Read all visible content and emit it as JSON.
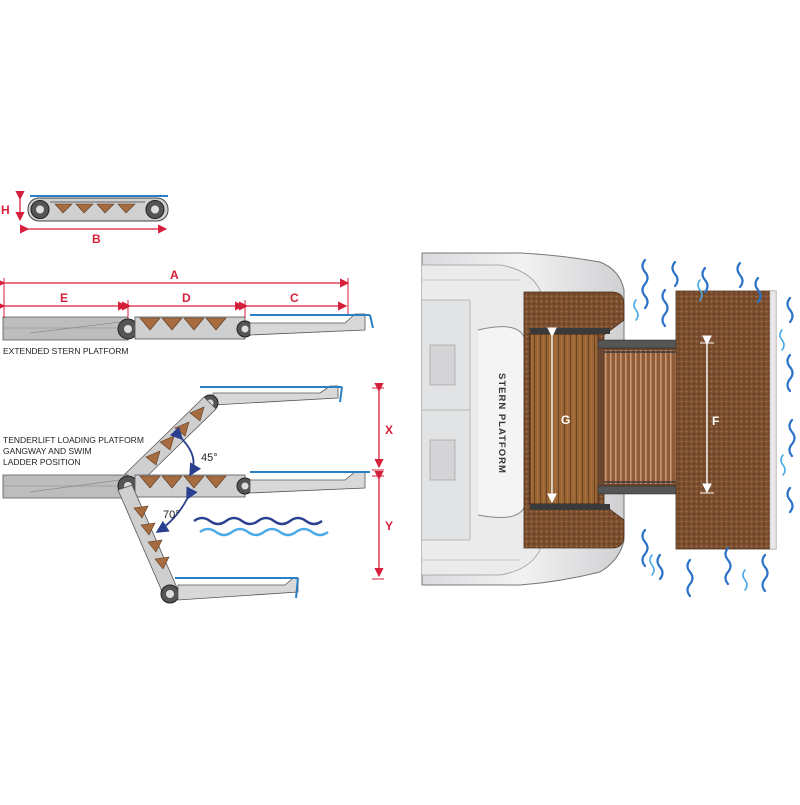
{
  "dimensions": {
    "H": "H",
    "B": "B",
    "A": "A",
    "E": "E",
    "D": "D",
    "C": "C",
    "X": "X",
    "Y": "Y",
    "G": "G",
    "F": "F"
  },
  "labels": {
    "extended": "EXTENDED STERN PLATFORM",
    "tenderlift_line1": "TENDERLIFT LOADING PLATFORM",
    "tenderlift_line2": "GANGWAY AND SWIM",
    "tenderlift_line3": "LADDER POSITION",
    "angle_upper": "45°",
    "angle_lower": "70°",
    "stern_platform": "STERN PLATFORM"
  },
  "colors": {
    "dimension_red": "#d61f3b",
    "angle_blue": "#2a3f8f",
    "teak": "#8a5a36",
    "water": "#2b72c8"
  }
}
